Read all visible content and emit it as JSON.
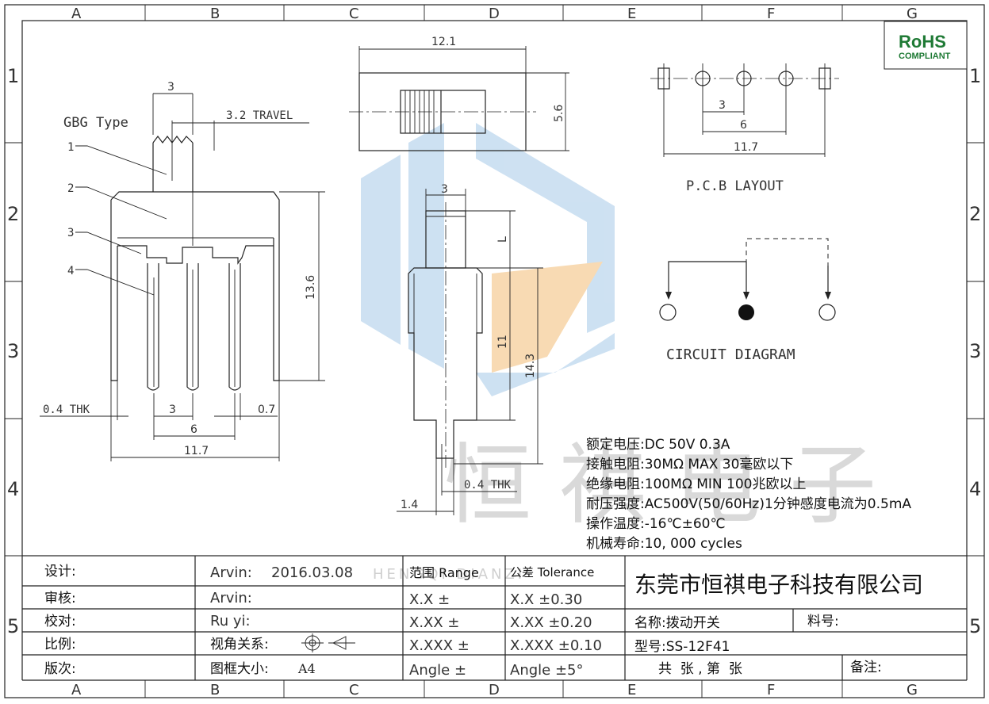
{
  "border": {
    "columns": [
      "A",
      "B",
      "C",
      "D",
      "E",
      "F",
      "G"
    ],
    "rows": [
      "1",
      "2",
      "3",
      "4",
      "5"
    ]
  },
  "rohs": {
    "line1": "RoHS",
    "line2": "COMPLIANT"
  },
  "side_view": {
    "type_label": "GBG Type",
    "travel_label": "3.2 TRAVEL",
    "dim_top": "3",
    "callouts": [
      "1",
      "2",
      "3",
      "4"
    ],
    "dim_height": "13.6",
    "thk_label": "0.4 THK",
    "pin_pitch": "3",
    "pin_width": "0.7",
    "span_6": "6",
    "span_11_7": "11.7"
  },
  "top_view": {
    "width": "12.1",
    "height": "5.6"
  },
  "front_view": {
    "dim_top": "3",
    "dim_L": "L",
    "dim_11": "11",
    "dim_14_3": "14.3",
    "thk_label": "0.4 THK",
    "dim_1_4": "1.4"
  },
  "pcb": {
    "dim_3": "3",
    "dim_6": "6",
    "dim_11_7": "11.7",
    "label": "P.C.B LAYOUT"
  },
  "circuit": {
    "label": "CIRCUIT DIAGRAM"
  },
  "specs": [
    "额定电压:DC 50V 0.3A",
    "接触电阻:30MΩ MAX 30毫欧以下",
    "绝缘电阻:100MΩ MIN 100兆欧以上",
    "耐压强度:AC500V(50/60Hz)1分钟感度电流为0.5mA",
    "操作温度:-16℃±60℃",
    "机械寿命:10, 000 cycles"
  ],
  "watermark": {
    "chars": "恒 祺 电 子",
    "sub": "HENGQI DIANZI"
  },
  "title_block": {
    "labels": [
      "设计:",
      "审核:",
      "校对:",
      "比例:",
      "版次:"
    ],
    "designer": "Arvin:",
    "date": "2016.03.08",
    "reviewer": "Arvin:",
    "checker": "Ru yi:",
    "view_label": "视角关系:",
    "frame_label": "图框大小:",
    "frame_value": "A4",
    "range_header": "范围 Range",
    "tol_header": "公差 Tolerance",
    "ranges": [
      "X.X    ±",
      "X.XX   ±",
      "X.XXX  ±",
      "Angle  ±"
    ],
    "tols": [
      "X.X    ±0.30",
      "X.XX   ±0.20",
      "X.XXX  ±0.10",
      "Angle  ±5°"
    ],
    "company": "东莞市恒祺电子科技有限公司",
    "name_label": "名称:拨动开关",
    "part_no_label": "料号:",
    "model_label": "型号:SS-12F41",
    "sheet_label": "共  张 , 第  张",
    "remark_label": "备注:"
  },
  "colors": {
    "logo_blue": "#b9d6ee",
    "logo_orange": "#f4c48a",
    "rohs_green": "#1f7a35",
    "watermark_gray": "#d6d6d6"
  }
}
